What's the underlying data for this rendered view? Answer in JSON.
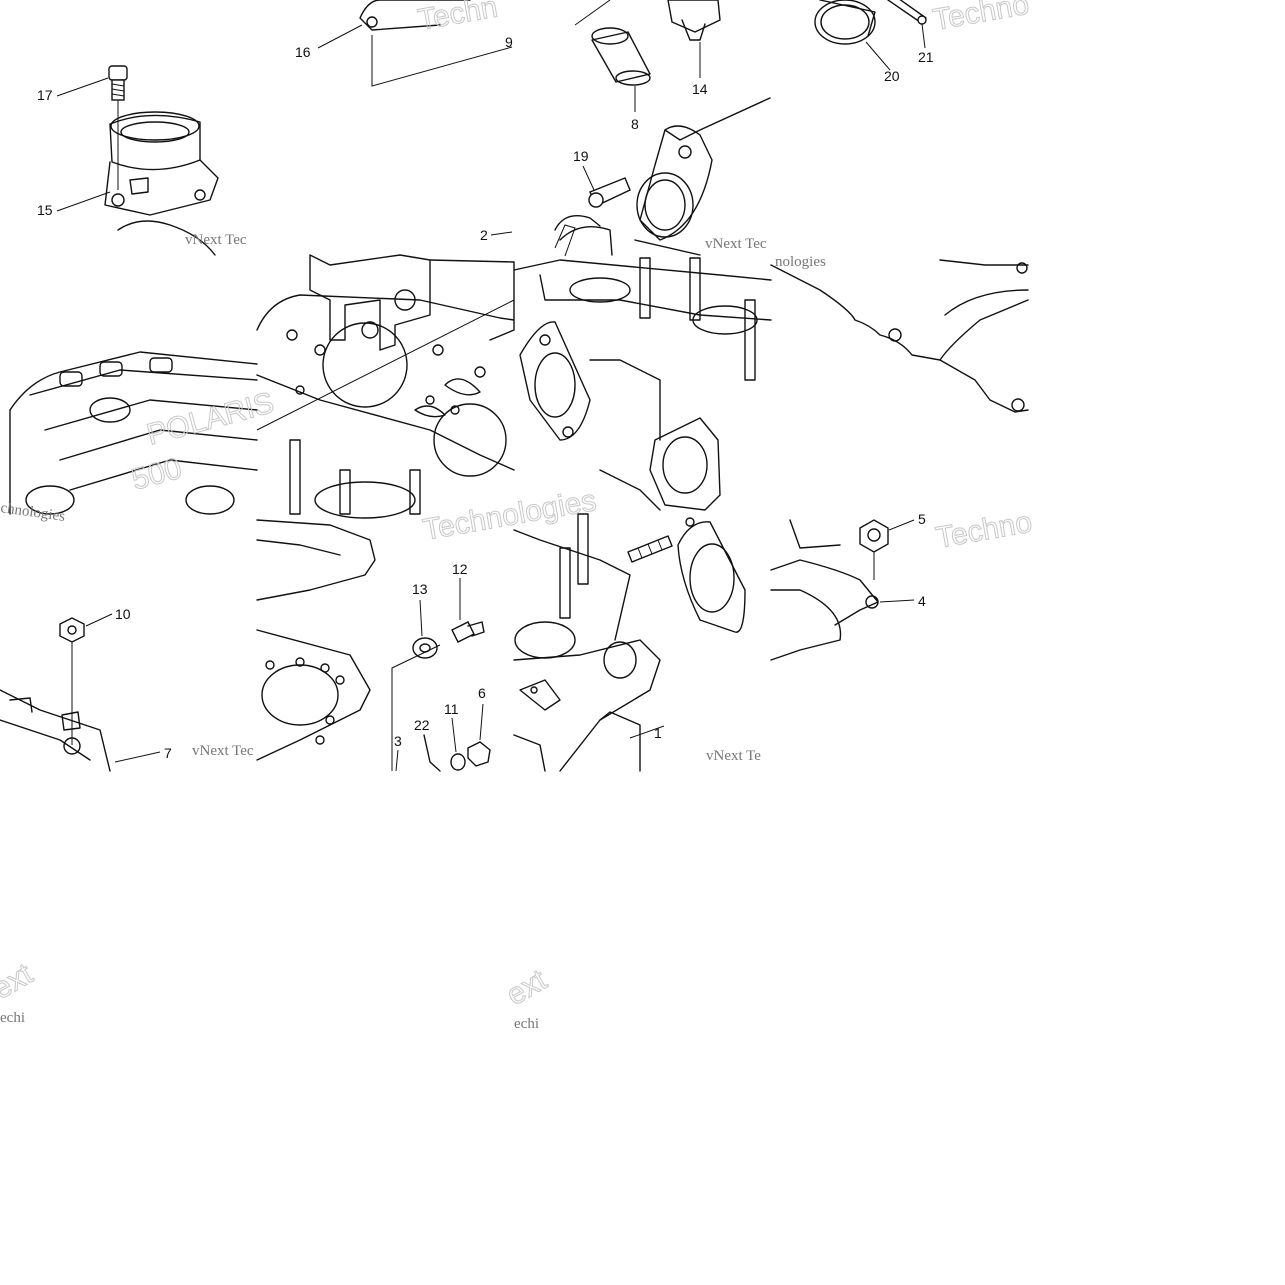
{
  "callouts": [
    "1",
    "2",
    "3",
    "4",
    "5",
    "6",
    "7",
    "8",
    "9",
    "10",
    "11",
    "12",
    "13",
    "14",
    "15",
    "16",
    "17",
    "19",
    "20",
    "21",
    "22"
  ],
  "watermark": {
    "brand": "vNext Technologies",
    "fragments": [
      "vNext Tec",
      "chnologies",
      "nologies",
      "vNext Te",
      "Techn",
      "Techno",
      "Technologies",
      "ext",
      "echi",
      "ext",
      "echi"
    ]
  },
  "embossed_text": [
    "POLARIS",
    "500"
  ]
}
